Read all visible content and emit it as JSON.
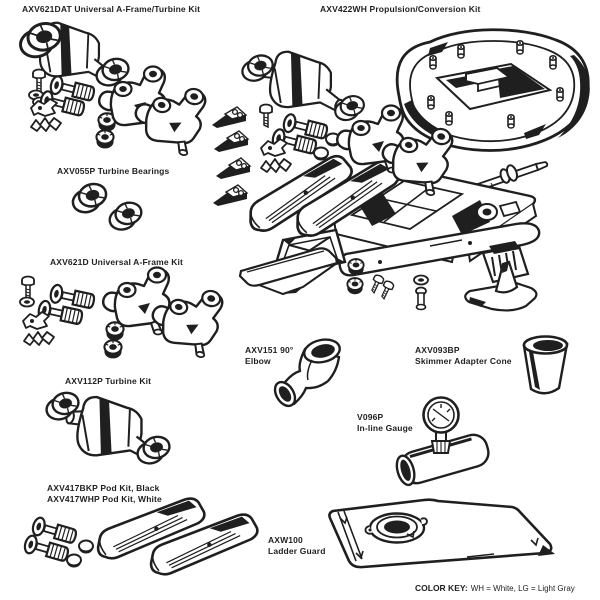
{
  "page": {
    "background": "#ffffff",
    "ink": "#1f1f1f"
  },
  "labels": {
    "axv621dat": "AXV621DAT Universal A-Frame/Turbine Kit",
    "axv422wh": "AXV422WH Propulsion/Conversion Kit",
    "axv055p": "AXV055P Turbine Bearings",
    "axv621d": "AXV621D Universal A-Frame Kit",
    "axv112p": "AXV112P Turbine Kit",
    "axv417bkp": "AXV417BKP Pod Kit, Black",
    "axv417whp": "AXV417WHP Pod Kit, White",
    "axv151_code": "AXV151 90°",
    "axv151_name": "Elbow",
    "axv093bp_code": "AXV093BP",
    "axv093bp_name": "Skimmer Adapter Cone",
    "v096p_code": "V096P",
    "v096p_name": "In-line Gauge",
    "axw100_code": "AXW100",
    "axw100_name": "Ladder Guard"
  },
  "color_key": {
    "title": "COLOR KEY:",
    "entries": "WH = White, LG = Light Gray"
  }
}
